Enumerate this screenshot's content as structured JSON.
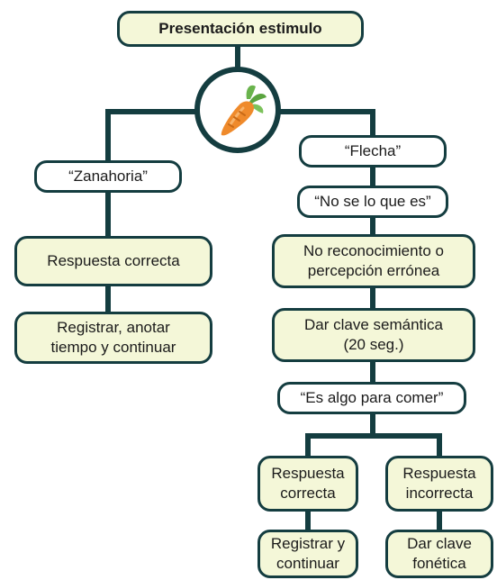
{
  "colors": {
    "line": "#143d40",
    "action_fill": "#f4f7d8",
    "speech_fill": "#ffffff",
    "carrot_orange": "#ef8a2b",
    "carrot_leaf": "#69b34c"
  },
  "icon": {
    "name": "carrot-icon"
  },
  "nodes": {
    "title": "Presentación estimulo",
    "left_speech": "“Zanahoria”",
    "left_correct": "Respuesta correcta",
    "left_record": "Registrar, anotar\ntiempo y continuar",
    "right_speech": "“Flecha”",
    "right_unknown": "“No se lo que es”",
    "right_error": "No reconocimiento o\npercepción errónea",
    "right_clue": "Dar clave semántica\n(20 seg.)",
    "right_hint": "“Es algo para comer”",
    "correct2": "Respuesta\ncorrecta",
    "incorrect2": "Respuesta\nincorrecta",
    "record2": "Registrar y\ncontinuar",
    "phonetic": "Dar clave\nfonética"
  }
}
